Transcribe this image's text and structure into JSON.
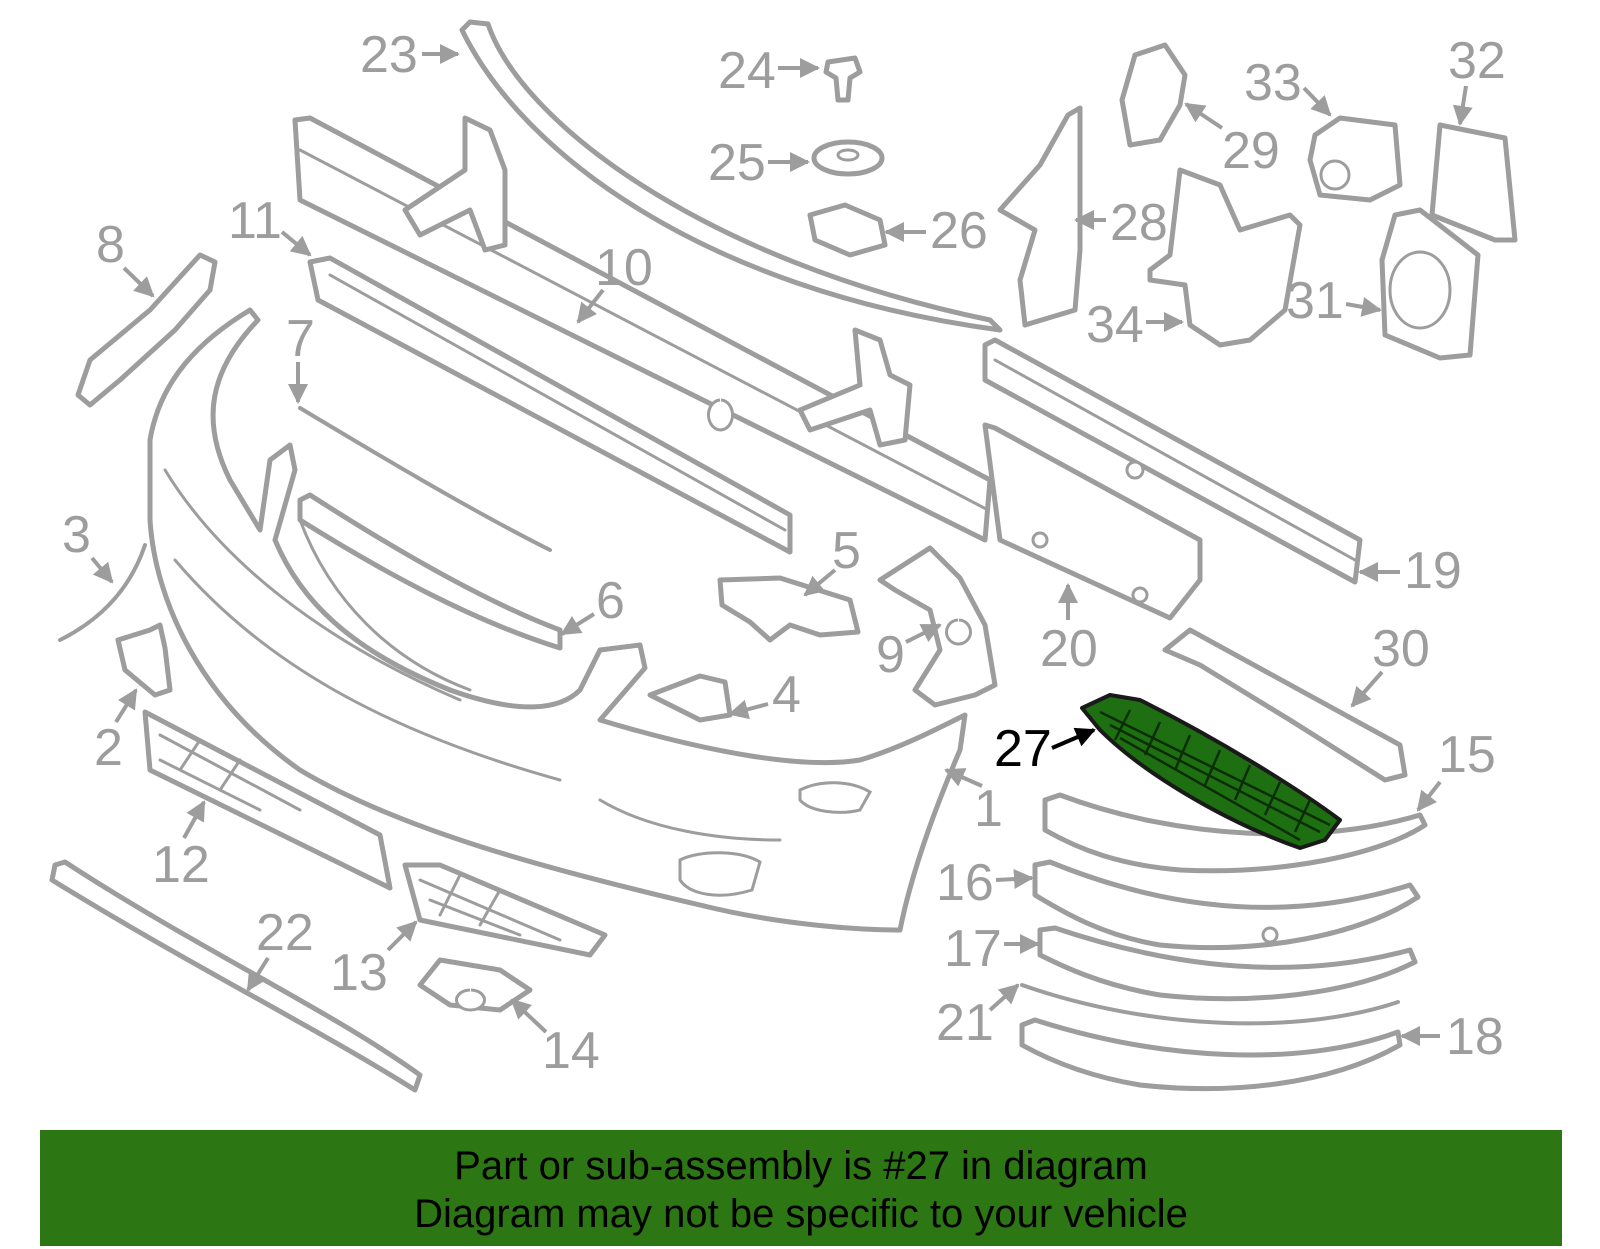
{
  "diagram": {
    "highlight_color": "#1e6f12",
    "highlighted_part": "27",
    "callouts": [
      "1",
      "2",
      "3",
      "4",
      "5",
      "6",
      "7",
      "8",
      "9",
      "10",
      "11",
      "12",
      "13",
      "14",
      "15",
      "16",
      "17",
      "18",
      "19",
      "20",
      "21",
      "22",
      "23",
      "24",
      "25",
      "26",
      "27",
      "28",
      "29",
      "30",
      "31",
      "32",
      "33",
      "34"
    ]
  },
  "banner": {
    "background": "#2c7614",
    "line1": "Part or sub-assembly is #27 in diagram",
    "line2": "Diagram may not be specific to your vehicle"
  }
}
